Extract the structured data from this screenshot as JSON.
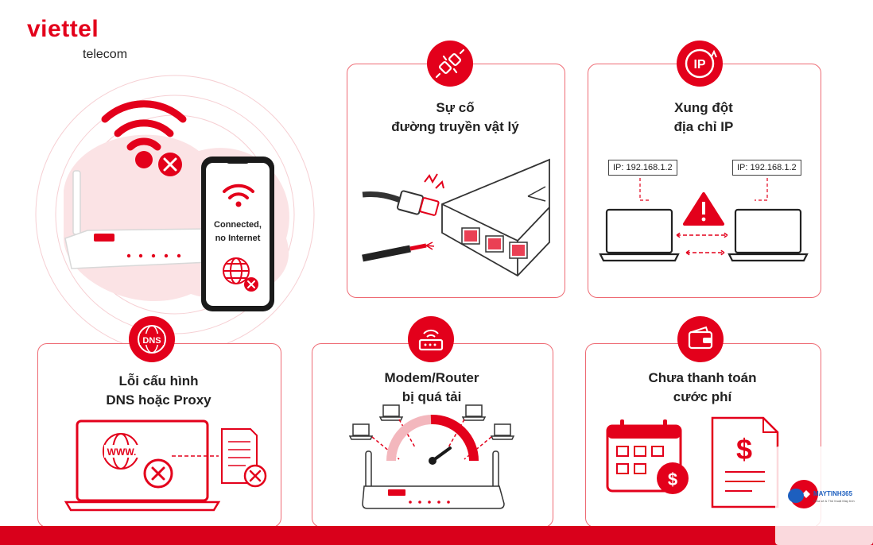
{
  "brand": {
    "name": "viettel",
    "sub": "telecom",
    "accent": "#e3001b"
  },
  "phone": {
    "status": "Connected,\nno Internet",
    "status_line1": "Connected,",
    "status_line2": "no Internet"
  },
  "cards": {
    "physical": {
      "line1": "Sự cố",
      "line2": "đường truyền vật lý",
      "icon": "plug-disconnect-icon"
    },
    "ip": {
      "line1": "Xung đột",
      "line2": "địa chỉ IP",
      "icon": "ip-icon",
      "left_ip": "IP: 192.168.1.2",
      "right_ip": "IP: 192.168.1.2"
    },
    "dns": {
      "line1": "Lỗi cấu hình",
      "line2": "DNS hoặc Proxy",
      "icon": "dns-icon",
      "browser_text": "WWW."
    },
    "router": {
      "line1": "Modem/Router",
      "line2": "bị quá tải",
      "icon": "router-icon"
    },
    "payment": {
      "line1": "Chưa thanh toán",
      "line2": "cước phí",
      "icon": "wallet-icon"
    }
  },
  "badge_text": {
    "ip": "IP",
    "dns": "DNS"
  },
  "watermark": {
    "name": "MAYTINH365",
    "sub": "Chia sẻ & Thủ thuật Máy tính"
  },
  "colors": {
    "red": "#e3001b",
    "pink": "#fbe3e5",
    "border": "#ee6b74"
  }
}
